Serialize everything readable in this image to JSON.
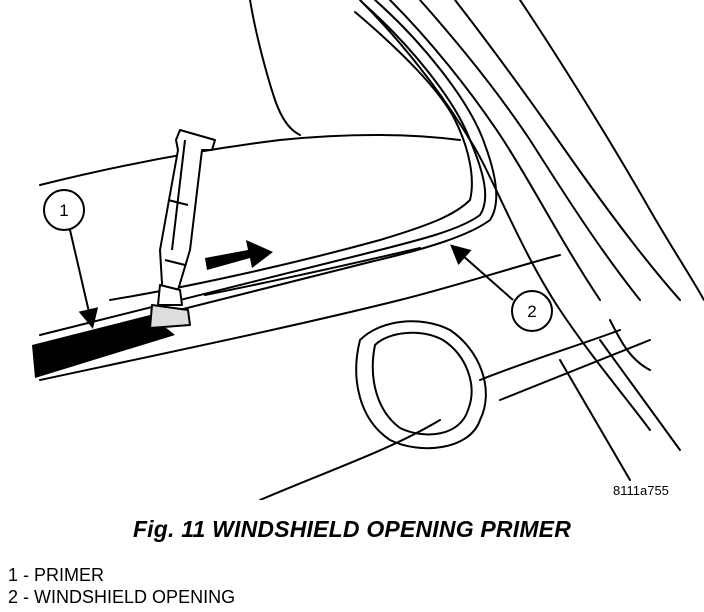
{
  "figure": {
    "reference_code": "8111a755",
    "caption": "Fig. 11 WINDSHIELD OPENING PRIMER"
  },
  "callouts": [
    {
      "number": "1"
    },
    {
      "number": "2"
    }
  ],
  "legend": [
    {
      "number": "1",
      "separator": "-",
      "label": "PRIMER"
    },
    {
      "number": "2",
      "separator": "-",
      "label": "WINDSHIELD OPENING"
    }
  ]
}
